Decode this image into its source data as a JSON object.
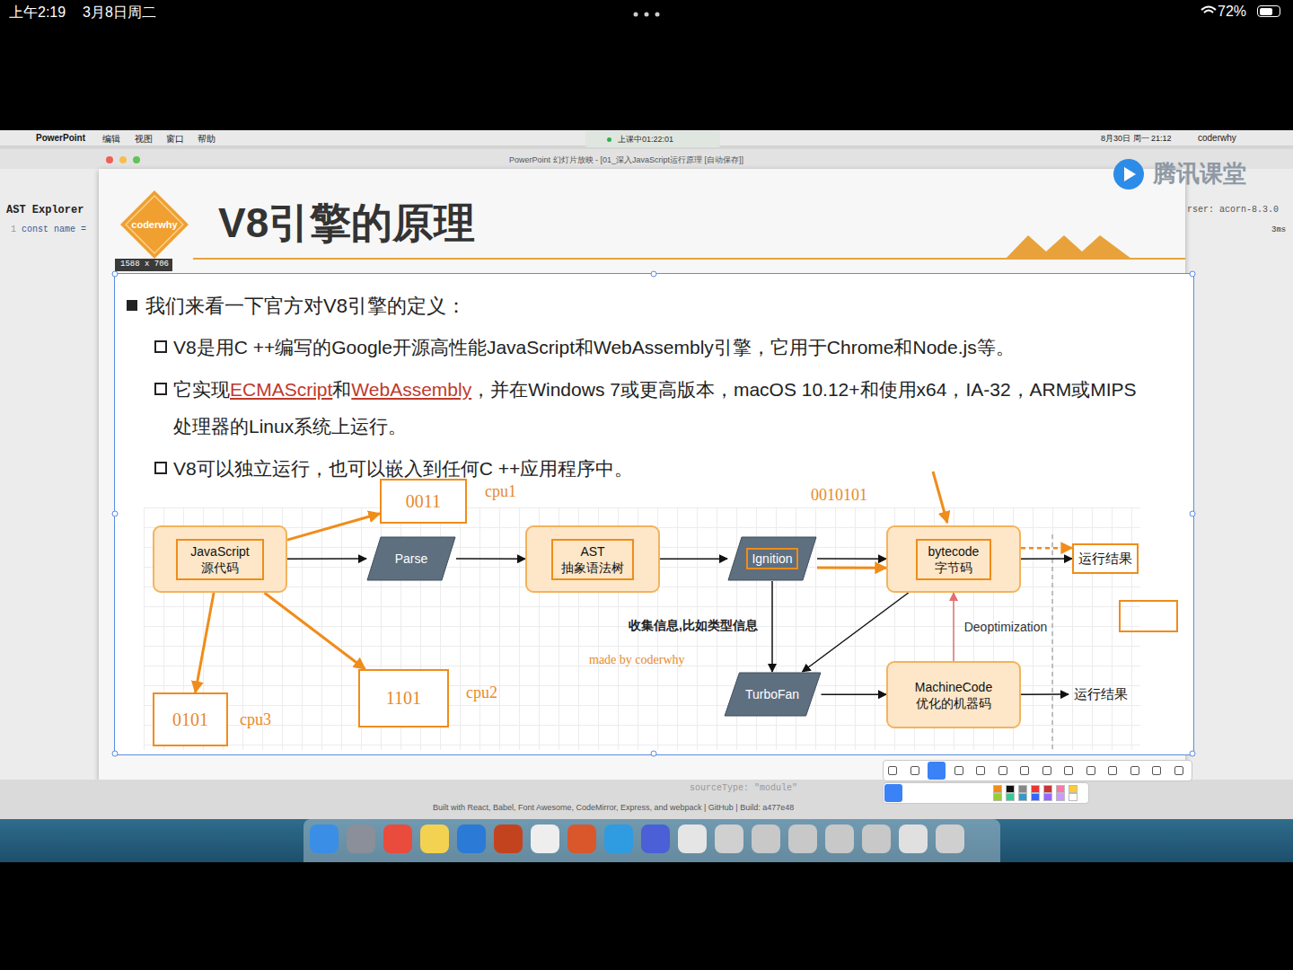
{
  "diagram": {
    "title": "V8引擎的原理",
    "nodes": [
      {
        "text": [
          "JavaScript 源代码"
        ]
      },
      {
        "text": [
          "Parse"
        ]
      },
      {
        "text": [
          "AST 抽象语法树"
        ]
      },
      {
        "text": [
          "Ignition"
        ]
      },
      {
        "text": [
          "bytecode 字节码"
        ]
      },
      {
        "text": [
          "运行结果"
        ]
      },
      {
        "text": [
          "TurboFan"
        ]
      },
      {
        "text": [
          "MachineCode 优化的机器码"
        ]
      },
      {
        "text": [
          "运行结果"
        ]
      },
      {
        "text": [
          "0011"
        ]
      },
      {
        "text": [
          "1101"
        ]
      },
      {
        "text": [
          "0101"
        ]
      },
      {
        "text": [
          "coderwhy"
        ]
      }
    ],
    "edges": [
      {
        "from": 0,
        "to": 1,
        "arrow": "to"
      },
      {
        "from": 1,
        "to": 2,
        "arrow": "to"
      },
      {
        "from": 2,
        "to": 3,
        "arrow": "to"
      },
      {
        "from": 3,
        "to": 4,
        "arrow": "to"
      },
      {
        "from": 3,
        "to": 4,
        "arrow": "to"
      },
      {
        "from": 4,
        "to": 5,
        "arrow": "to"
      },
      {
        "from": 4,
        "to": 5,
        "arrow": "to"
      },
      {
        "from": 3,
        "to": 6,
        "label": "收集信息,比如类型信息",
        "arrow": "to"
      },
      {
        "from": 4,
        "to": 6,
        "arrow": "to"
      },
      {
        "from": 6,
        "to": 7,
        "arrow": "to"
      },
      {
        "from": 7,
        "to": 4,
        "label": "Deoptimization",
        "arrow": "to"
      },
      {
        "from": 7,
        "to": 8,
        "arrow": "to"
      },
      {
        "from": 0,
        "to": 9,
        "arrow": "to"
      },
      {
        "from": 0,
        "to": 10,
        "arrow": "to"
      },
      {
        "from": 0,
        "to": 11,
        "arrow": "to"
      }
    ],
    "labels": [
      "上午2:19",
      "3月8日周二",
      "72%",
      "PowerPoint",
      "编辑",
      "视图",
      "窗口",
      "帮助",
      "上课中01:22:01",
      "8月30日 周一 21:12",
      "coderwhy",
      "PowerPoint 幻灯片放映 - [01_深入JavaScript运行原理 [自动保存]]",
      "腾讯课堂",
      "AST Explorer",
      "1588 x 706",
      "我们来看一下官方对V8引擎的定义：",
      "V8是用C ++编写的Google开源高性能JavaScript和WebAssembly引擎，它用于Chrome和Node.js等。",
      "它实现",
      "ECMAScript",
      "和",
      "WebAssembly",
      "，并在Windows 7或更高版本，macOS 10.12+和使用x64，IA-32，ARM或MIPS处理器的Linux系统上运行。",
      "V8可以独立运行，也可以嵌入到任何C ++应用程序中。",
      "cpu1",
      "0010101",
      "made by coderwhy",
      "cpu2",
      "cpu3",
      "Built with React, Babel, Font Awesome, CodeMirror, Express, and webpack | GitHub | Build: a477e48",
      "1",
      "const name =",
      "rser: acorn-8.3.0",
      "3ms",
      "sourceType: \"module\""
    ]
  }
}
